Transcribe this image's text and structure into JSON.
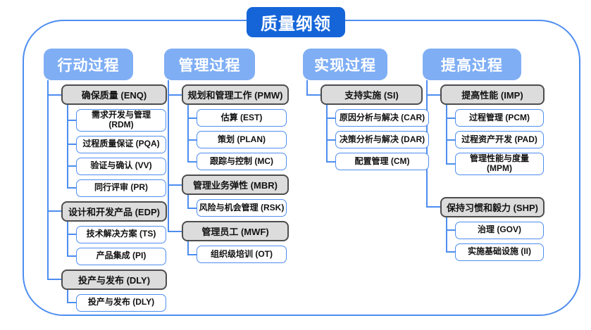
{
  "title": "质量纲领",
  "colors": {
    "title_fill": "#1565d9",
    "header_fill": "#7faef4",
    "line": "#4d8df0",
    "group_fill": "#dcdcdc",
    "group_border": "#4d4d4d",
    "text_on_blue": "#ffffff",
    "text_dark": "#111111"
  },
  "columns": [
    {
      "header": "行动过程",
      "groups": [
        {
          "label": "确保质量 (ENQ)",
          "children": [
            "需求开发与管理 (RDM)",
            "过程质量保证 (PQA)",
            "验证与确认 (VV)",
            "同行评审 (PR)"
          ]
        },
        {
          "label": "设计和开发产品 (EDP)",
          "children": [
            "技术解决方案 (TS)",
            "产品集成 (PI)"
          ]
        },
        {
          "label": "投产与发布 (DLY)",
          "children": [
            "投产与发布 (DLY)"
          ]
        }
      ]
    },
    {
      "header": "管理过程",
      "groups": [
        {
          "label": "规划和管理工作 (PMW)",
          "children": [
            "估算 (EST)",
            "策划 (PLAN)",
            "跟踪与控制 (MC)"
          ]
        },
        {
          "label": "管理业务弹性 (MBR)",
          "children": [
            "风险与机会管理 (RSK)"
          ]
        },
        {
          "label": "管理员工 (MWF)",
          "children": [
            "组织级培训 (OT)"
          ]
        }
      ]
    },
    {
      "header": "实现过程",
      "groups": [
        {
          "label": "支持实施 (SI)",
          "children": [
            "原因分析与解决 (CAR)",
            "决策分析与解决 (DAR)",
            "配置管理 (CM)"
          ]
        }
      ]
    },
    {
      "header": "提高过程",
      "groups": [
        {
          "label": "提高性能 (IMP)",
          "children": [
            "过程管理 (PCM)",
            "过程资产开发 (PAD)",
            "管理性能与度量 (MPM)"
          ]
        },
        {
          "label": "保持习惯和毅力 (SHP)",
          "children": [
            "治理 (GOV)",
            "实施基础设施 (II)"
          ]
        }
      ]
    }
  ]
}
